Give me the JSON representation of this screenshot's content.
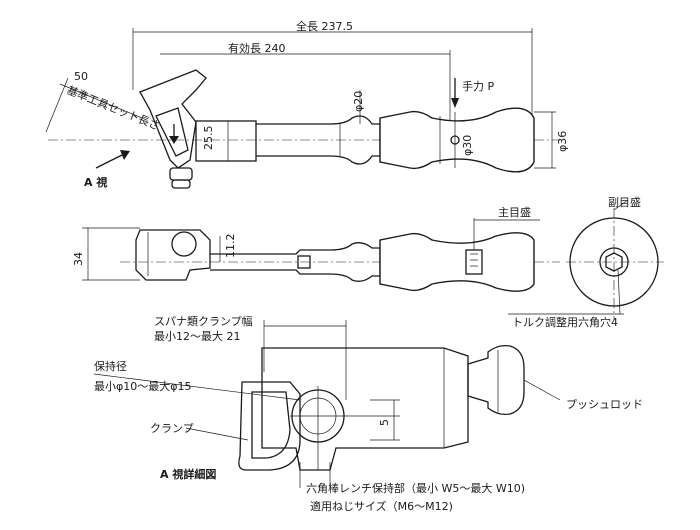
{
  "dimensions": {
    "overall_length": "全長 237.5",
    "effective_length": "有効長 240",
    "ref_length_value": "50",
    "ref_length_label": "基準工具セット長さ",
    "shaft_diameter": "φ20",
    "neck_height": "25.5",
    "grip_diameter": "φ30",
    "end_diameter": "φ36",
    "side_height": "34",
    "side_offset": "11.2",
    "detail_depth": "5"
  },
  "labels": {
    "force_point": "手力 P",
    "view_a": "A 視",
    "main_scale": "主目盛",
    "sub_scale": "副目盛",
    "hex_hole": "トルク調整用六角穴4",
    "spanner_clamp": "スパナ類クランプ幅",
    "spanner_range": "最小12～最大 21",
    "holding_dia": "保持径",
    "holding_range": "最小φ10～最大φ15",
    "clamp": "クランプ",
    "push_rod": "プッシュロッド",
    "detail_title": "A 視詳細図",
    "hex_holder": "六角棒レンチ保持部（最小 W5～最大 W10)",
    "thread_size": "適用ねじサイズ（M6～M12)"
  }
}
